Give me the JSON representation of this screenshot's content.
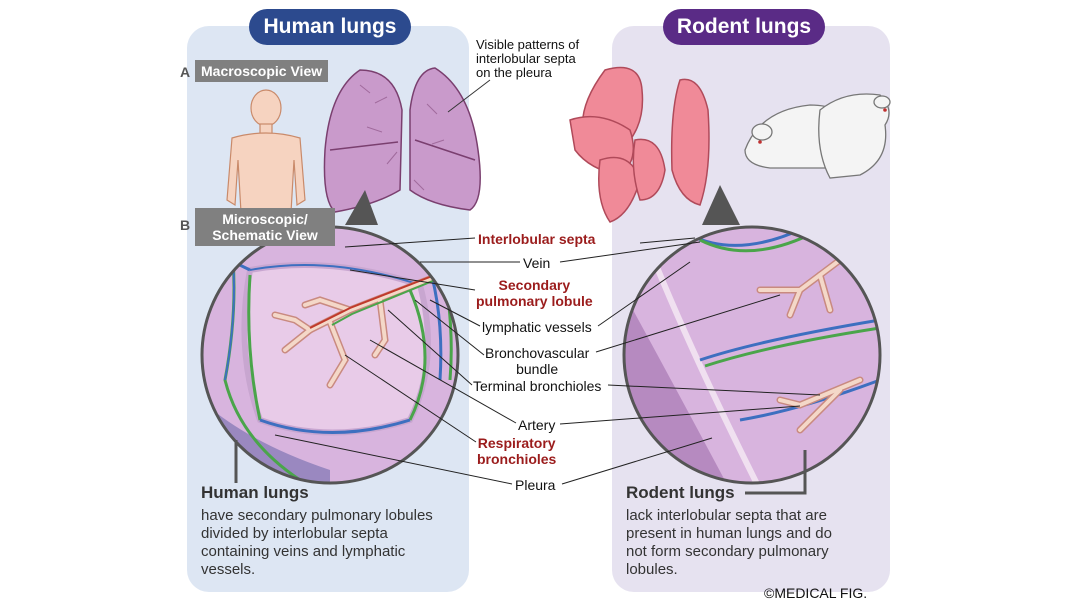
{
  "titles": {
    "human": "Human lungs",
    "rodent": "Rodent lungs"
  },
  "view_labels": {
    "a_letter": "A",
    "macroscopic": "Macroscopic View",
    "b_letter": "B",
    "microscopic_line1": "Microscopic/",
    "microscopic_line2": "Schematic View"
  },
  "pleura_note": {
    "line1": "Visible patterns of",
    "line2": "interlobular septa",
    "line3": "on the pleura"
  },
  "labels": {
    "interlobular_septa": "Interlobular septa",
    "vein": "Vein",
    "secondary_lobule_line1": "Secondary",
    "secondary_lobule_line2": "pulmonary lobule",
    "lymphatic_vessels": "lymphatic vessels",
    "bronchovascular_line1": "Bronchovascular",
    "bronchovascular_line2": "bundle",
    "terminal_bronchioles": "Terminal bronchioles",
    "artery": "Artery",
    "respiratory_line1": "Respiratory",
    "respiratory_line2": "bronchioles",
    "pleura": "Pleura"
  },
  "captions": {
    "human_title": "Human lungs",
    "human_text": [
      "have secondary pulmonary lobules",
      "divided by interlobular septa",
      "containing veins and lymphatic",
      "vessels."
    ],
    "rodent_title": "Rodent lungs",
    "rodent_text": [
      "lack interlobular septa that are",
      "present in human lungs and do",
      "not form secondary pulmonary",
      "lobules."
    ]
  },
  "credit": "©MEDICAL FIG.",
  "colors": {
    "human_panel": "#dde6f3",
    "rodent_panel": "#e6e2f0",
    "human_title": "#2c4a8e",
    "rodent_title": "#5a2b86",
    "red_label": "#9b1c1c",
    "vein": "#3d6fc0",
    "lymph": "#4aa54a",
    "artery": "#c0392b"
  }
}
